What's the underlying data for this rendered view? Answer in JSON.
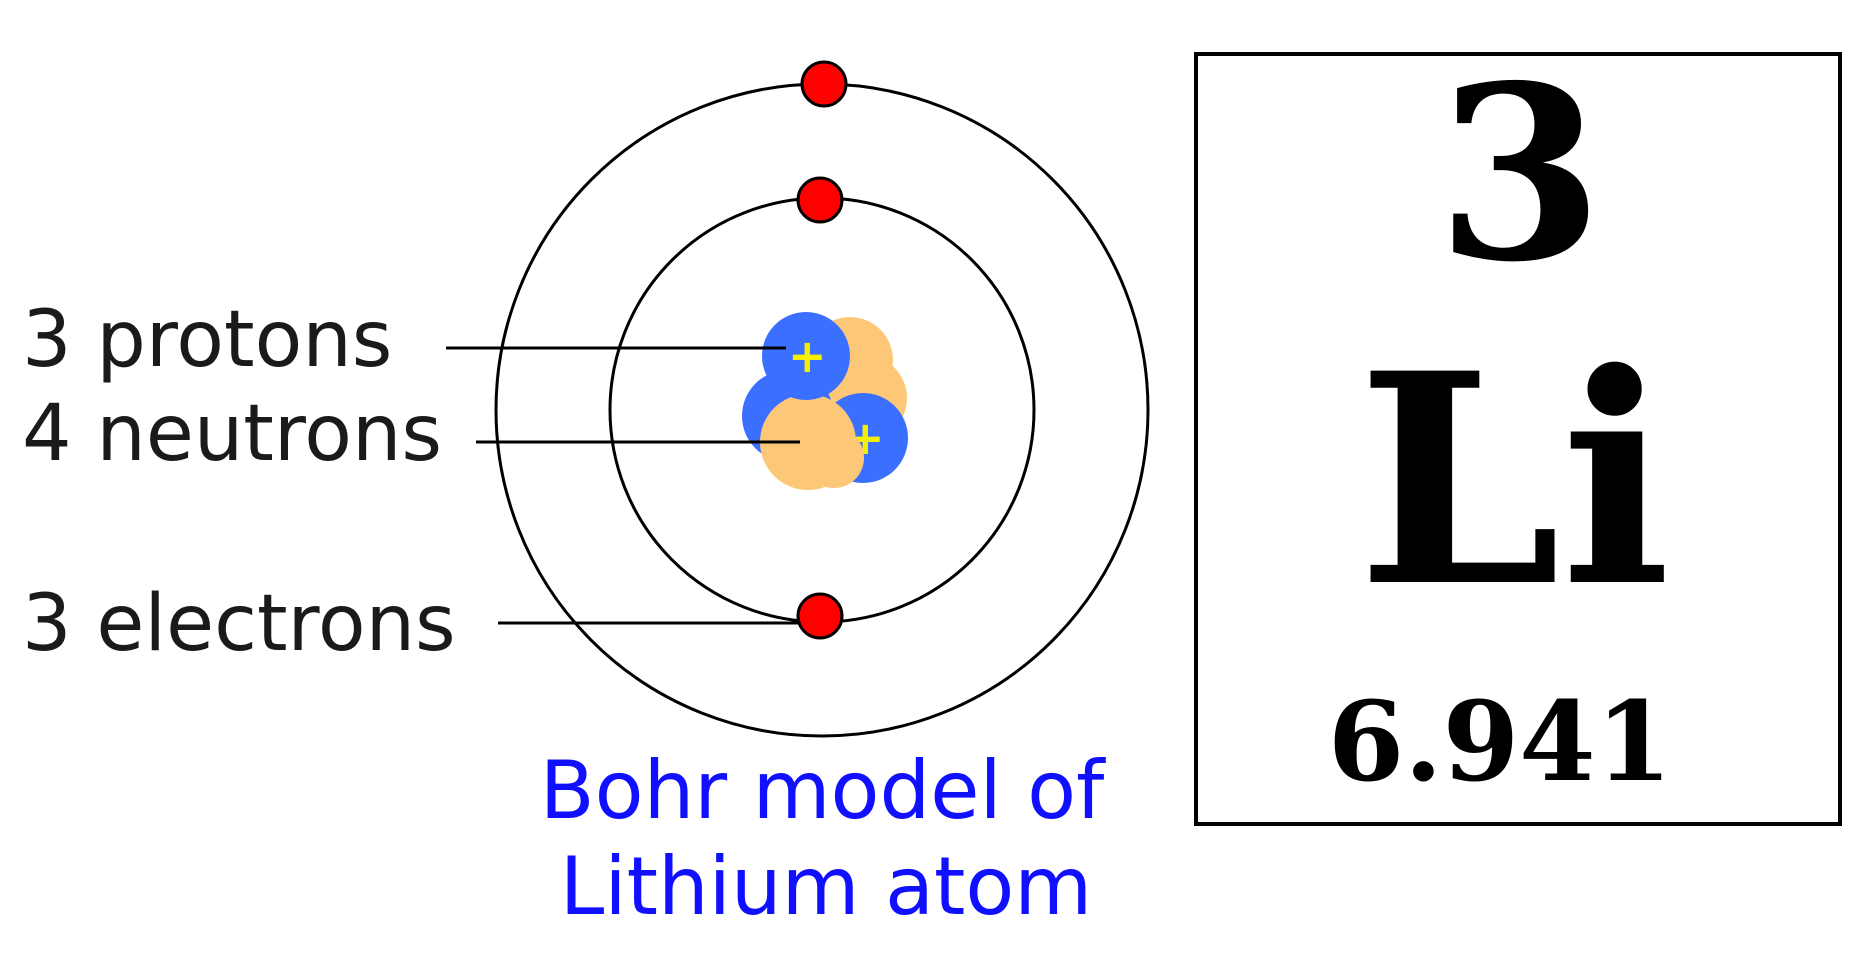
{
  "labels": {
    "protons": "3 protons",
    "neutrons": "4 neutrons",
    "electrons": "3 electrons"
  },
  "caption": {
    "line1": "Bohr model of",
    "line2": "Lithium atom"
  },
  "element_card": {
    "atomic_number": "3",
    "symbol": "Li",
    "atomic_mass": "6.941"
  },
  "proton_charge": "+",
  "colors": {
    "proton": "#3b6fff",
    "neutron": "#fcc878",
    "electron": "#ff0000",
    "charge_sign": "#f4f000",
    "caption": "#1010ff"
  }
}
